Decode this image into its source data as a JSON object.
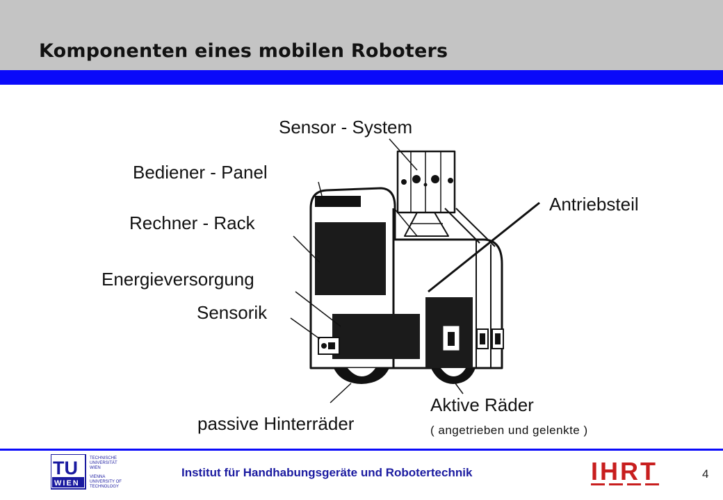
{
  "slide": {
    "title": "Komponenten eines mobilen Roboters",
    "page_number": "4"
  },
  "labels": {
    "sensor_system": "Sensor - System",
    "bediener_panel": "Bediener - Panel",
    "rechner_rack": "Rechner - Rack",
    "energieversorgung": "Energieversorgung",
    "sensorik": "Sensorik",
    "antriebsteil": "Antriebsteil",
    "aktive_raeder": "Aktive Räder",
    "aktive_raeder_note": "( angetrieben und gelenkte )",
    "passive_hinterraeder": "passive Hinterräder"
  },
  "footer": {
    "institute": "Institut für Handhabungsgeräte und Robotertechnik",
    "tu_logo": {
      "mark_top": "TU",
      "mark_bottom": "WIEN",
      "de_lines": [
        "TECHNISCHE",
        "UNIVERSITÄT",
        "WIEN"
      ],
      "en_lines": [
        "VIENNA",
        "UNIVERSITY OF",
        "TECHNOLOGY"
      ]
    },
    "ihrt_logo": "IHRT"
  },
  "colors": {
    "header_gray": "#c4c4c4",
    "accent_blue": "#0a0afa",
    "footer_text": "#1a1aa0"
  }
}
